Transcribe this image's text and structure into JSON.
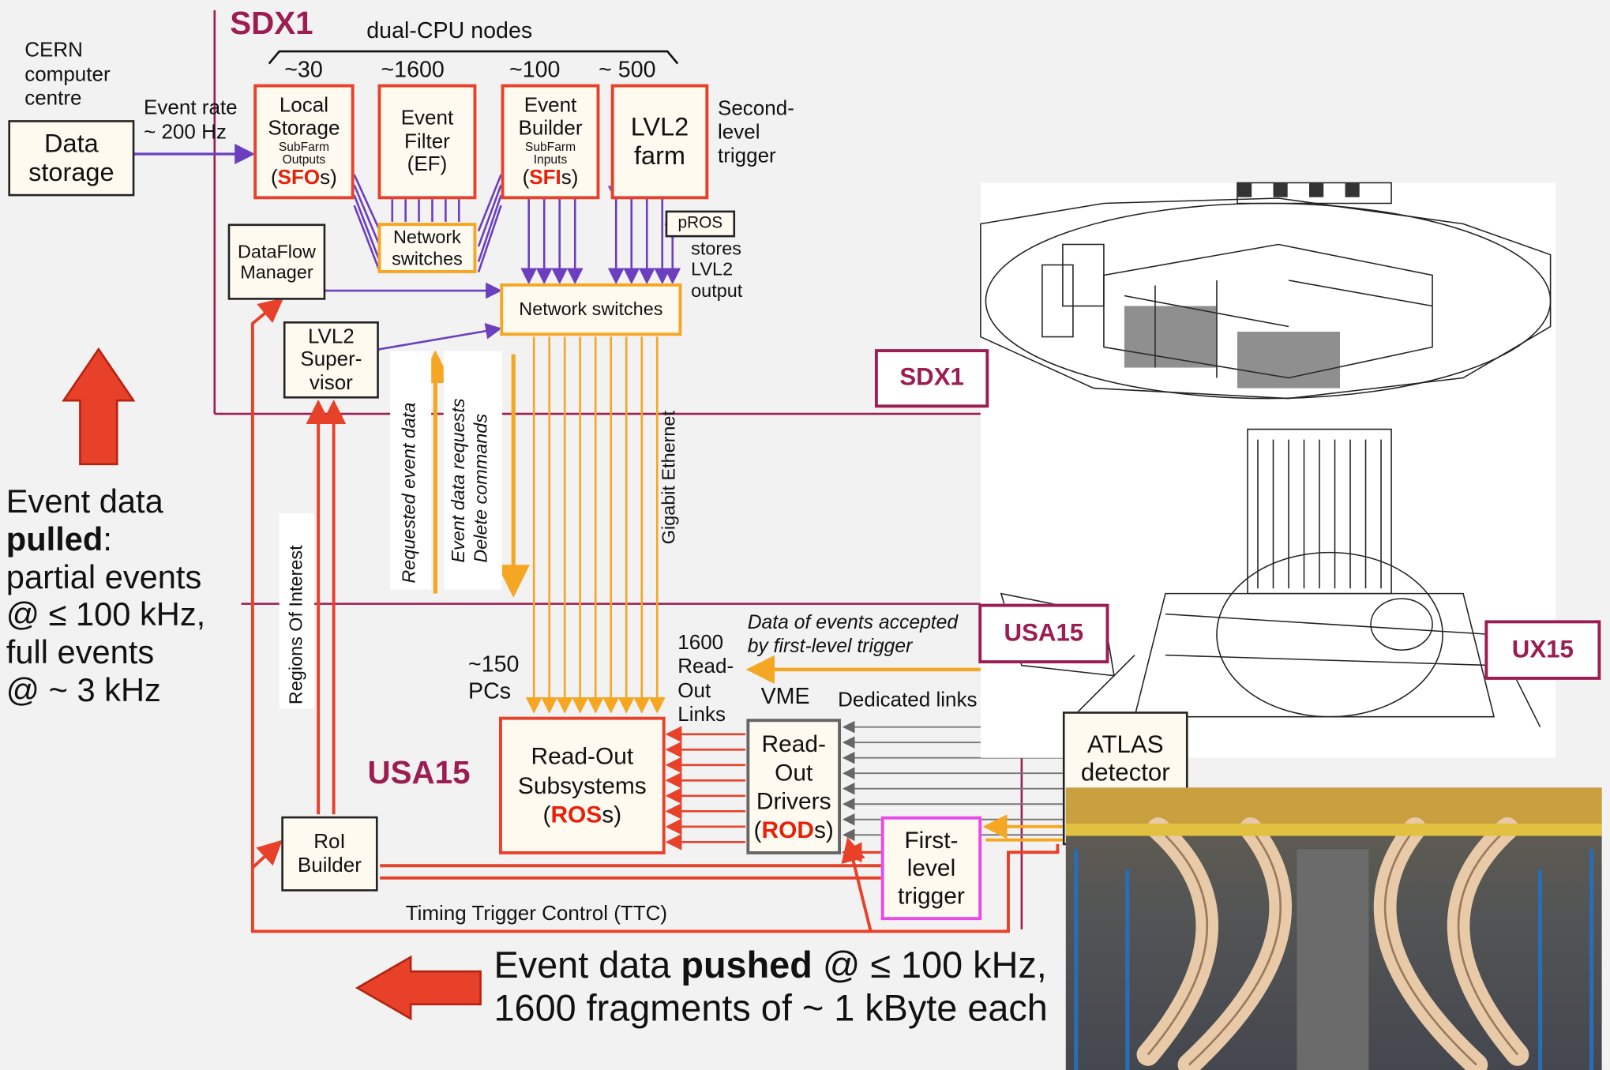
{
  "regions": {
    "sdx1_label": "SDX1",
    "usa15_label": "USA15",
    "sdx1_tag": "SDX1",
    "usa15_tag": "USA15",
    "ux15_tag": "UX15"
  },
  "top": {
    "dual_cpu": "dual-CPU nodes",
    "counts": [
      "~30",
      "~1600",
      "~100",
      "~ 500"
    ]
  },
  "cern": {
    "line1": "CERN",
    "line2": "computer",
    "line3": "centre",
    "event_rate_1": "Event rate",
    "event_rate_2": "~ 200 Hz",
    "data_storage_1": "Data",
    "data_storage_2": "storage"
  },
  "boxes": {
    "local_storage": {
      "l1": "Local",
      "l2": "Storage",
      "s1": "SubFarm",
      "s2": "Outputs",
      "paren_open": "(",
      "red": "SFO",
      "tail": "s)"
    },
    "event_filter": {
      "l1": "Event",
      "l2": "Filter",
      "l3": "(EF)"
    },
    "event_builder": {
      "l1": "Event",
      "l2": "Builder",
      "s1": "SubFarm",
      "s2": "Inputs",
      "paren_open": "(",
      "red": "SFI",
      "tail": "s)"
    },
    "lvl2_farm": {
      "l1": "LVL2",
      "l2": "farm"
    },
    "second_level": {
      "l1": "Second-",
      "l2": "level",
      "l3": "trigger"
    },
    "net_sw_small": {
      "l1": "Network",
      "l2": "switches"
    },
    "net_sw_big": "Network switches",
    "pros": "pROS",
    "pros_note": {
      "l1": "stores",
      "l2": "LVL2",
      "l3": "output"
    },
    "dataflow": {
      "l1": "DataFlow",
      "l2": "Manager"
    },
    "lvl2_sup": {
      "l1": "LVL2",
      "l2": "Super-",
      "l3": "visor"
    },
    "ros": {
      "l1": "Read-Out",
      "l2": "Subsystems",
      "paren_open": "(",
      "red": "ROS",
      "tail": "s)"
    },
    "rod": {
      "l1": "Read-",
      "l2": "Out",
      "l3": "Drivers",
      "paren_open": "(",
      "red": "ROD",
      "tail": "s)"
    },
    "first_level": {
      "l1": "First-",
      "l2": "level",
      "l3": "trigger"
    },
    "roi": {
      "l1": "RoI",
      "l2": "Builder"
    },
    "atlas": {
      "l1": "ATLAS",
      "l2": "detector"
    }
  },
  "labels": {
    "requested_event_data": "Requested event data",
    "event_data_requests": "Event data requests",
    "delete_commands": "Delete commands",
    "gigabit": "Gigabit Ethernet",
    "regions_of_interest": "Regions Of Interest",
    "pcs_1": "~150",
    "pcs_2": "PCs",
    "rol_1": "1600",
    "rol_2": "Read-",
    "rol_3": "Out",
    "rol_4": "Links",
    "data_accepted_1": "Data of events accepted",
    "data_accepted_2": "by first-level trigger",
    "vme": "VME",
    "dedicated_links": "Dedicated links",
    "ttc": "Timing Trigger Control (TTC)"
  },
  "notes": {
    "pulled_1": "Event data",
    "pulled_2": "pulled",
    "pulled_2b": ":",
    "pulled_3": "partial events",
    "pulled_4": "@ ≤ 100 kHz,",
    "pulled_5": "full events",
    "pulled_6": "@ ~ 3 kHz",
    "pushed_1a": "Event data ",
    "pushed_1b": "pushed",
    "pushed_1c": " @ ≤ 100 kHz,",
    "pushed_2": "1600 fragments of ~ 1 kByte each"
  },
  "colors": {
    "red": "#e8412a",
    "orange": "#f5a623",
    "purple_line": "#6b3fbf",
    "region_purple": "#9b1d52",
    "magenta": "#e84ae8"
  }
}
